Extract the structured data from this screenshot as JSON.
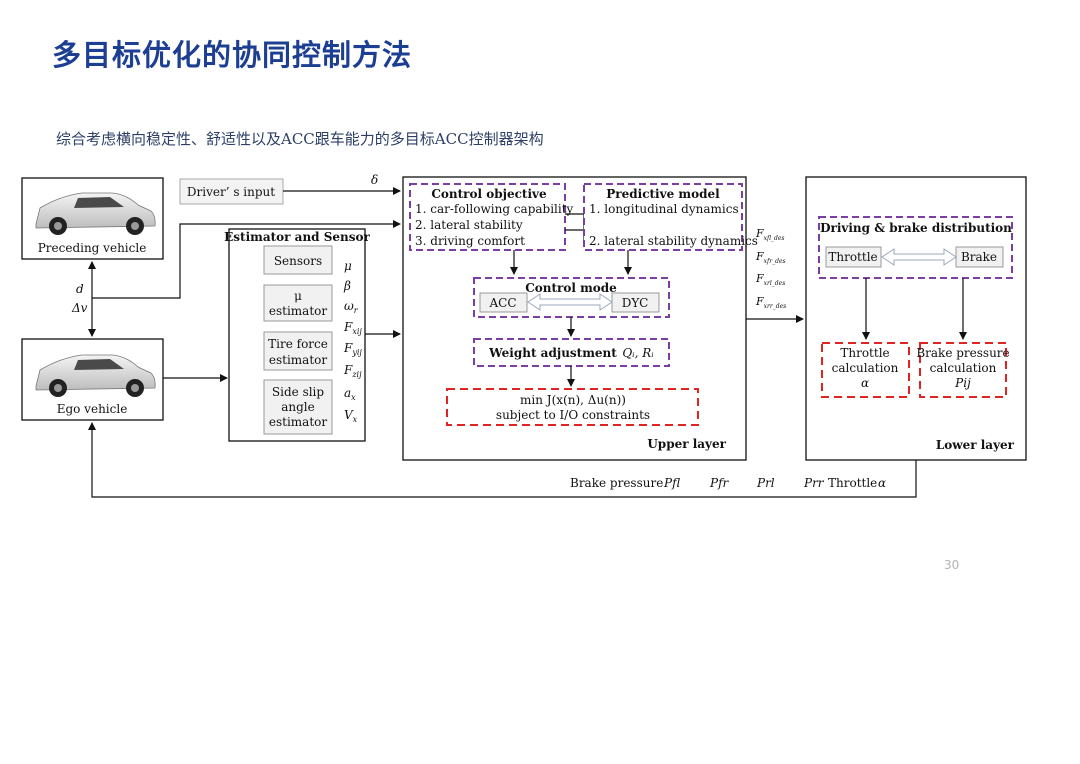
{
  "page": {
    "title": "多目标优化的协同控制方法",
    "subtitle": "综合考虑横向稳定性、舒适性以及ACC跟车能力的多目标ACC控制器架构",
    "page_number": "30"
  },
  "diagram": {
    "preceding_vehicle": "Preceding vehicle",
    "ego_vehicle": "Ego vehicle",
    "driver_input": "Driver’ s input",
    "delta": "δ",
    "d": "d",
    "dv": "Δv",
    "estimator": {
      "title": "Estimator and Sensor",
      "sensors": "Sensors",
      "mu_line1": "μ",
      "mu_line2": "estimator",
      "tire_line1": "Tire force",
      "tire_line2": "estimator",
      "slip_line1": "Side slip",
      "slip_line2": "angle",
      "slip_line3": "estimator",
      "outputs": [
        "μ",
        "β",
        "ω",
        "F",
        "F",
        "F",
        "a",
        "V"
      ],
      "output_subs": [
        "",
        "",
        "r",
        "xij",
        "yij",
        "zij",
        "x",
        "x"
      ]
    },
    "control_objective": {
      "title": "Control objective",
      "items": [
        "1. car-following capability",
        "2. lateral stability",
        "3. driving comfort"
      ]
    },
    "predictive_model": {
      "title": "Predictive model",
      "items": [
        "1. longitudinal dynamics",
        "2. lateral stability dynamics"
      ]
    },
    "control_mode": {
      "title": "Control mode",
      "acc": "ACC",
      "dyc": "DYC"
    },
    "weight_adjustment": {
      "label": "Weight adjustment",
      "vars": "Qᵢ, Rᵢ"
    },
    "optimization": {
      "line1": "min J(x(n), Δu(n))",
      "line2": "subject to I/O constraints"
    },
    "upper_layer": "Upper layer",
    "forces_des": [
      "F",
      "F",
      "F",
      "F"
    ],
    "forces_des_subs": [
      "xfl_des",
      "xfr_des",
      "xrl_des",
      "xrr_des"
    ],
    "lower": {
      "dist_title": "Driving & brake distribution",
      "throttle": "Throttle",
      "brake": "Brake",
      "throttle_calc_line1": "Throttle",
      "throttle_calc_line2": "calculation",
      "throttle_calc_var": "α",
      "brake_calc_line1": "Brake pressure",
      "brake_calc_line2": "calculation",
      "brake_calc_var": "Pij"
    },
    "lower_layer": "Lower layer",
    "feedback": {
      "brake_pressure": "Brake pressure",
      "p_fl": "Pfl",
      "p_fr": "Pfr",
      "p_rl": "Prl",
      "p_rr": "Prr",
      "throttle": "Throttle",
      "alpha": "α"
    }
  }
}
